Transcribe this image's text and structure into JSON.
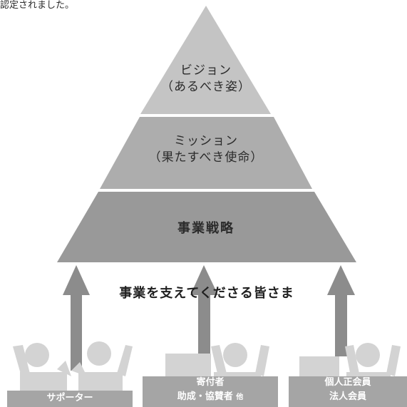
{
  "header_fragment": "認定されました。",
  "pyramid": {
    "tiers": [
      {
        "id": "vision",
        "line1": "ビジョン",
        "line2": "（あるべき姿）",
        "color": "#c4c4c4"
      },
      {
        "id": "mission",
        "line1": "ミッション",
        "line2": "（果たすべき使命）",
        "color": "#adadad"
      },
      {
        "id": "strategy",
        "line1": "事業戦略",
        "line2": "",
        "color": "#999999"
      }
    ]
  },
  "support_label": "事業を支えてくださる皆さま",
  "groups": [
    {
      "id": "supporters",
      "line1": "サポーター",
      "line2": "",
      "line2_suffix": ""
    },
    {
      "id": "donors",
      "line1": "寄付者",
      "line2": "助成・協賛者",
      "line2_suffix": "他"
    },
    {
      "id": "members",
      "line1": "個人正会員",
      "line2": "法人会員",
      "line2_suffix": ""
    }
  ],
  "colors": {
    "arrow": "#8c8c8c",
    "figure": "#d3d3d3",
    "base": "#a5a5a5"
  }
}
